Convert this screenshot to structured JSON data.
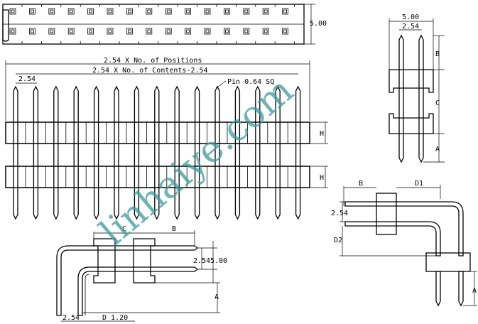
{
  "top_view": {
    "height_label": "5.00",
    "pin_count": 15
  },
  "front_view": {
    "width_label": "2.54 X No. of Positions",
    "pitch_span_label": "2.54 X No. of Contents-2.54",
    "pitch_label": "2.54",
    "pin_label": "Pin 0.64 SQ",
    "h_label_upper": "H",
    "h_label_lower": "H",
    "pin_count": 15
  },
  "side_view": {
    "width_label": "5.00",
    "pitch_label": "2.54",
    "b_label": "B",
    "c_label": "C",
    "a_label": "A"
  },
  "right_angle_view": {
    "b_label": "B",
    "d1_label": "D1",
    "pitch_label": "2.54",
    "d2_label": "D2",
    "a_label": "A"
  },
  "bottom_view": {
    "c_label": "C",
    "b_label": "B",
    "pitch_label": "2.54",
    "height_label": "5.00",
    "a_label": "A",
    "bottom_pitch_label": "2.54",
    "d_label": "D 1.20"
  },
  "watermark": "linhaiye.com"
}
